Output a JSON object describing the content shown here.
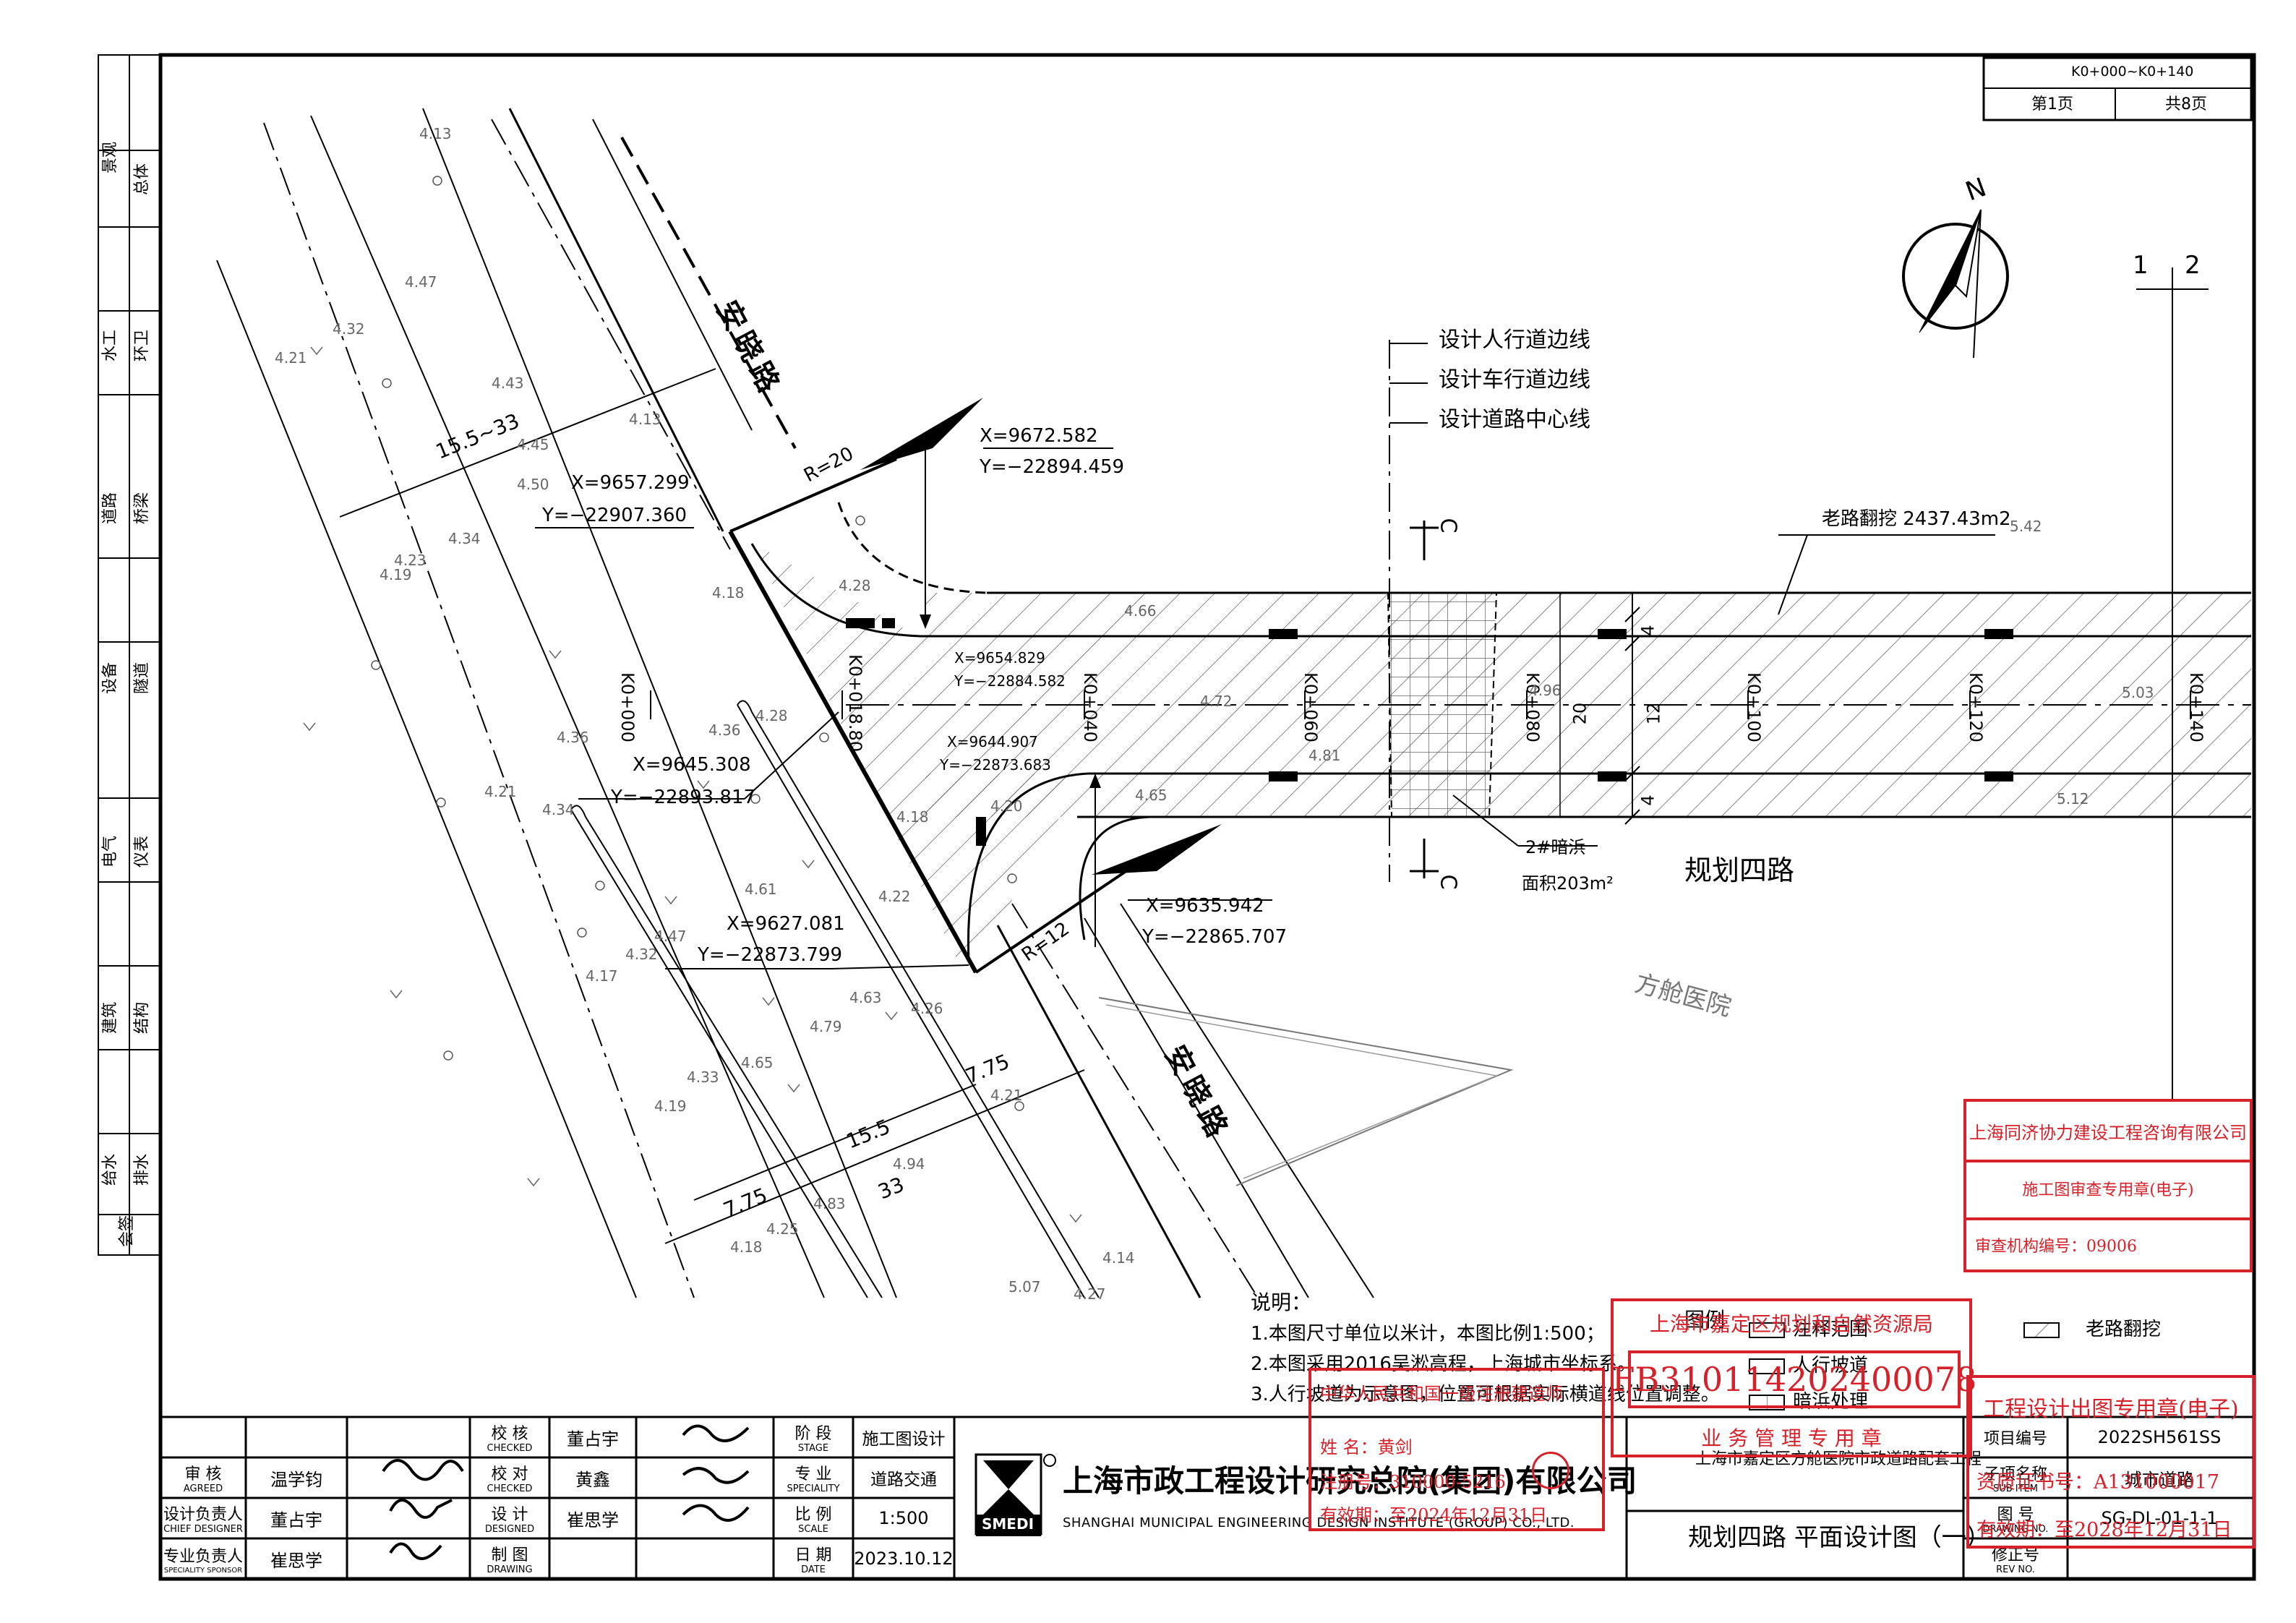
{
  "header": {
    "range": "K0+000~K0+140",
    "page_no": "第1页",
    "total_pages": "共8页"
  },
  "left_strip": {
    "rows": [
      [
        "景观",
        "总体"
      ],
      [
        "水工",
        "环卫"
      ],
      [
        "道路",
        "桥梁"
      ],
      [
        "设备",
        "隧道"
      ],
      [
        "电气",
        "仪表"
      ],
      [
        "建筑",
        "结构"
      ],
      [
        "给水",
        "排水"
      ]
    ],
    "countersign": "会签"
  },
  "compass": {
    "north": "N"
  },
  "section_marker": {
    "left": "1",
    "right": "2"
  },
  "legend_lines": {
    "line1": "设计人行道边线",
    "line2": "设计车行道边线",
    "line3": "设计道路中心线"
  },
  "roads": {
    "anxiao_top": "安晓路",
    "anxiao_bottom": "安晓路",
    "planned4": "规划四路",
    "hospital": "方舱医院"
  },
  "dimensions": {
    "width_top": "15.5~33",
    "r20": "R=20",
    "r12": "R=12",
    "d775_a": "7.75",
    "d155": "15.5",
    "d33": "33",
    "d775_b": "7.75",
    "lane4_top": "4",
    "lane12": "12",
    "lane4_bottom": "4",
    "total20": "20"
  },
  "coordinates": [
    {
      "x": "X=9672.582",
      "y": "Y=−22894.459"
    },
    {
      "x": "X=9657.299",
      "y": "Y=−22907.360"
    },
    {
      "x": "X=9654.829",
      "y": "Y=−22884.582"
    },
    {
      "x": "X=9645.308",
      "y": "Y=−22893.817"
    },
    {
      "x": "X=9644.907",
      "y": "Y=−22873.683"
    },
    {
      "x": "X=9635.942",
      "y": "Y=−22865.707"
    },
    {
      "x": "X=9627.081",
      "y": "Y=−22873.799"
    }
  ],
  "stations": [
    "K0+000",
    "K0+018.80",
    "K0+040",
    "K0+060",
    "K0+080",
    "K0+100",
    "K0+120",
    "K0+140"
  ],
  "section_c": "C",
  "old_road_dig": "老路翻挖 2437.43m2",
  "culvert": {
    "name": "2#暗浜",
    "area": "面积203m²"
  },
  "elevations": [
    "4.13",
    "4.47",
    "4.32",
    "4.21",
    "4.43",
    "4.45",
    "4.50",
    "4.34",
    "4.23",
    "4.19",
    "4.13",
    "4.18",
    "4.28",
    "4.66",
    "4.36",
    "4.28",
    "4.36",
    "4.21",
    "4.34",
    "4.61",
    "4.22",
    "4.72",
    "4.96",
    "4.81",
    "4.65",
    "4.20",
    "4.18",
    "4.17",
    "4.32",
    "4.47",
    "4.26",
    "4.63",
    "4.79",
    "4.65",
    "4.33",
    "4.19",
    "4.21",
    "4.94",
    "4.83",
    "4.25",
    "4.18",
    "4.14",
    "5.07",
    "4.27",
    "5.12",
    "5.03",
    "5.42"
  ],
  "notes": {
    "title": "说明：",
    "n1": "1.本图尺寸单位以米计，本图比例1:500；",
    "n2": "2.本图采用2016吴淞高程，上海城市坐标系。",
    "n3": "3.人行坡道为示意图，位置可根据实际横道线位置调整。"
  },
  "map_legend": {
    "title": "图例",
    "item1": "注释范围",
    "item2": "人行坡道",
    "item3": "暗浜处理",
    "item4": "老路翻挖"
  },
  "stamps": {
    "s1_line1": "上海同济协力建设工程咨询有限公司",
    "s1_line2": "施工图审查专用章(电子)",
    "s1_line3": "审查机构编号：09006",
    "s2_line1": "上海市嘉定区规划和自然资源局",
    "s2_line2": "FB310114202400078",
    "s2_line3": "业 务 管 理 专 用 章",
    "s3_line1": "工程设计出图专用章(电子)",
    "s3_line2": "资质证书号：A131000017",
    "s3_line3": "有效期：至2028年12月31日",
    "s4_line1": "中华人民共和国一级注册建造师",
    "s4_line2": "姓 名：黄剑",
    "s4_line3": "注册号：310000-5216",
    "s4_line4": "有效期：至2024年12月31日"
  },
  "title_block": {
    "r1": {
      "label": "审  核",
      "label_en": "AGREED",
      "name": "温学钧"
    },
    "r2": {
      "label": "设计负责人",
      "label_en": "CHIEF DESIGNER",
      "name": "董占宇"
    },
    "r3": {
      "label": "专业负责人",
      "label_en": "SPECIALITY SPONSOR",
      "name": "崔思学"
    },
    "c1": {
      "label": "校  核",
      "label_en": "CHECKED",
      "name": "董占宇"
    },
    "c2": {
      "label": "校  对",
      "label_en": "CHECKED",
      "name": "黄鑫"
    },
    "c3": {
      "label": "设  计",
      "label_en": "DESIGNED",
      "name": "崔思学"
    },
    "c4": {
      "label": "制  图",
      "label_en": "DRAWING",
      "name": ""
    },
    "stage": {
      "label": "阶  段",
      "label_en": "STAGE",
      "value": "施工图设计"
    },
    "specialty": {
      "label": "专  业",
      "label_en": "SPECIALITY",
      "value": "道路交通"
    },
    "scale": {
      "label": "比  例",
      "label_en": "SCALE",
      "value": "1:500"
    },
    "date": {
      "label": "日  期",
      "label_en": "DATE",
      "value": "2023.10.12"
    },
    "company_cn": "上海市政工程设计研究总院(集团)有限公司",
    "company_en": "SHANGHAI MUNICIPAL ENGINEERING DESIGN INSTITUTE (GROUP) CO., LTD.",
    "logo_text": "SMEDI",
    "project": "上海市嘉定区方舱医院市政道路配套工程",
    "drawing_title": "规划四路 平面设计图（一）",
    "project_no_label": "项目编号",
    "project_no": "2022SH561SS",
    "sub_item_label": "子项名称",
    "sub_item_en": "SUB ITEM",
    "sub_item": "城市道路",
    "drawing_no_label": "图  号",
    "drawing_no_en": "DRAWING NO.",
    "drawing_no": "SG-DL-01-1-1",
    "rev_label": "修正号",
    "rev_en": "REV NO."
  }
}
